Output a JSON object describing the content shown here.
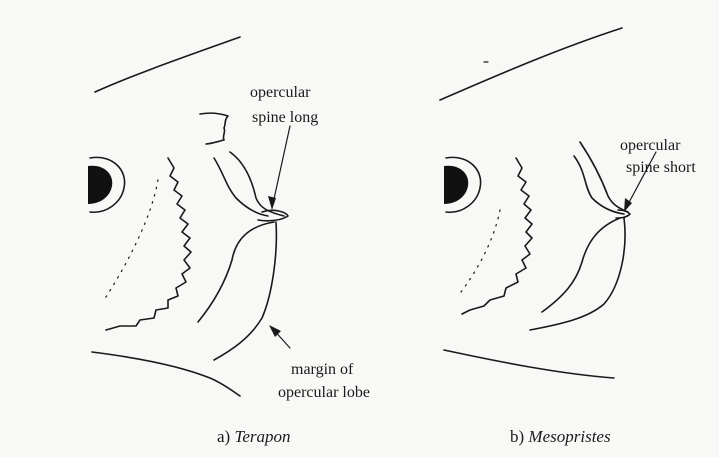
{
  "labels": {
    "terapon_spine_line1": "opercular",
    "terapon_spine_line2": "spine long",
    "margin_line1": "margin of",
    "margin_line2": "opercular lobe",
    "mesopristes_spine_line1": "opercular",
    "mesopristes_spine_line2": "spine short"
  },
  "captions": {
    "a_prefix": "a) ",
    "a_genus": "Terapon",
    "b_prefix": "b) ",
    "b_genus": "Mesopristes"
  },
  "colors": {
    "ink": "#1a1a1a",
    "paper": "#f8f8f6"
  }
}
